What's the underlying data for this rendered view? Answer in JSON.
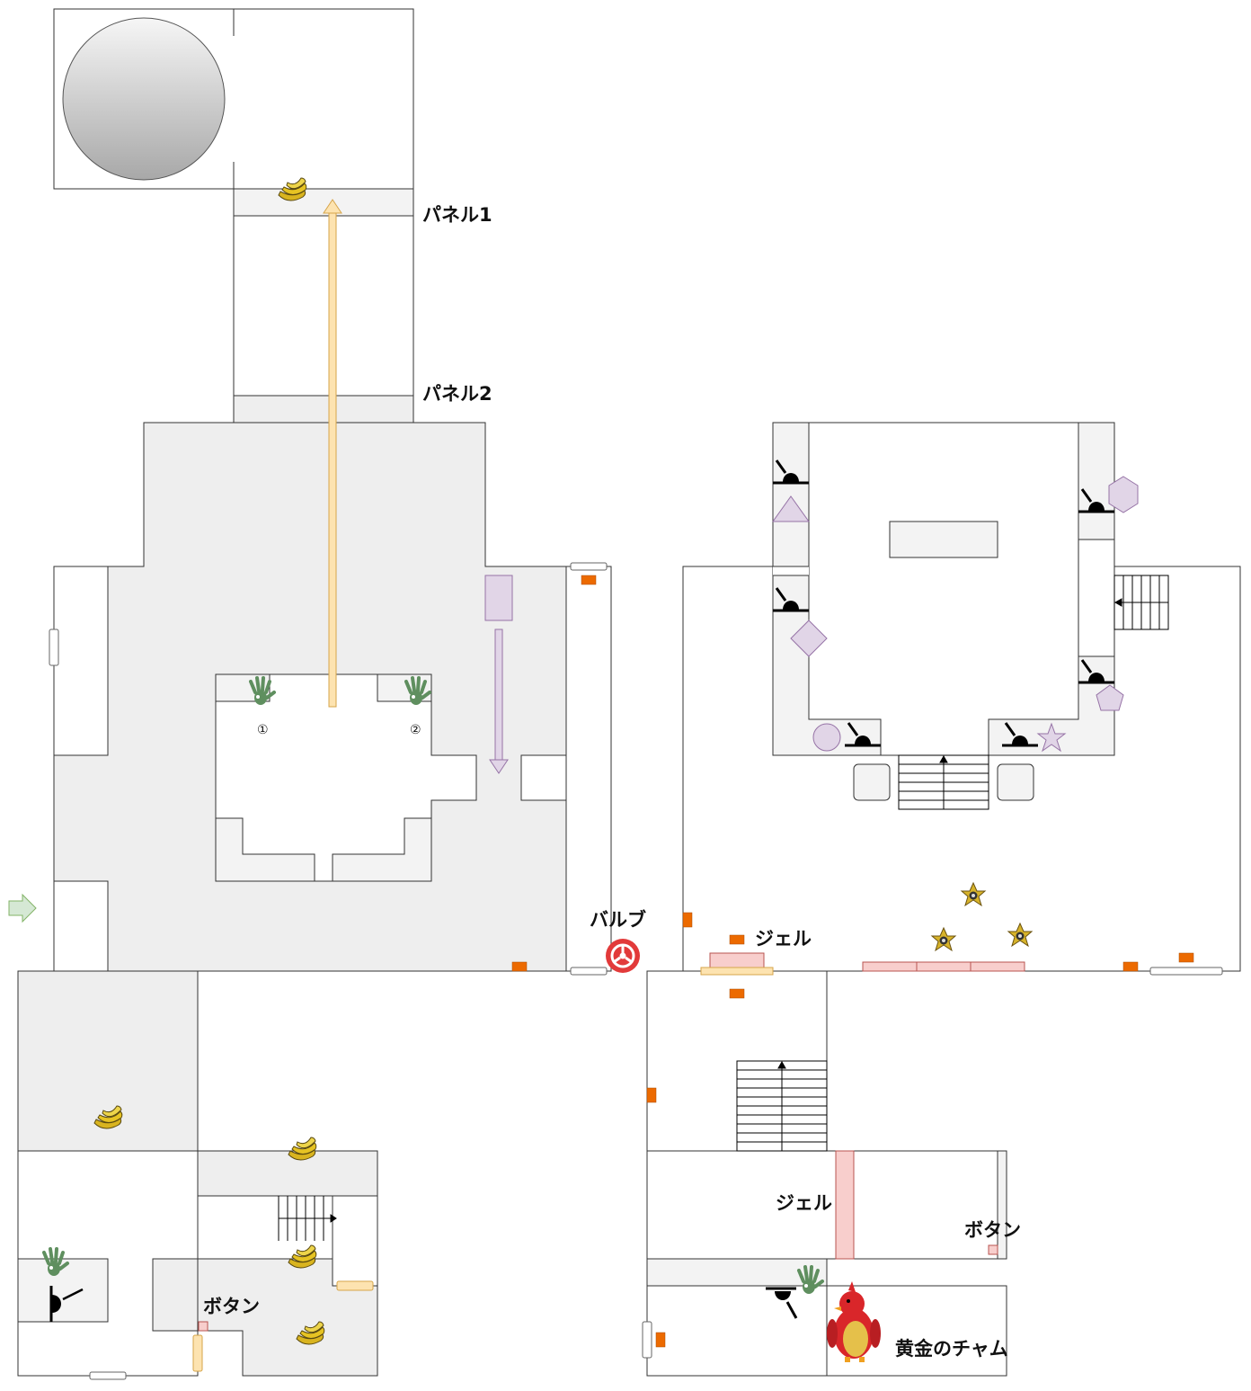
{
  "labels": {
    "panel1": "パネル1",
    "panel2": "パネル2",
    "valve": "バルブ",
    "gel_top": "ジェル",
    "gel_middle": "ジェル",
    "button_right": "ボタン",
    "button_left": "ボタン",
    "golden_chum": "黄金のチャム",
    "marker_1": "①",
    "marker_2": "②"
  },
  "icons": {
    "handprint": "green-handprint-icon",
    "banana": "banana-bunch-icon",
    "lever": "black-lever-icon",
    "valve": "red-valve-wheel-icon",
    "star_token": "gold-star-token-icon",
    "gel_block": "orange-gel-block-icon",
    "entrance": "green-entrance-arrow-icon",
    "character": "golden-chum-bird-icon"
  },
  "colors": {
    "floor": "#eeeeee",
    "wall": "#333333",
    "route_up": "#fde3b0",
    "route_down": "#e1d5e7",
    "gel": "#f8cecc",
    "gel_block": "#ec6a00",
    "valve": "#e23a3a",
    "handprint": "#5a8a5a",
    "entrance": "#d5e8d4"
  }
}
